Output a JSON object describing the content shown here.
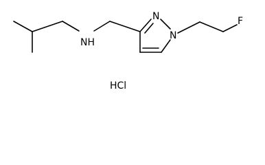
{
  "molecule": {
    "atoms": {
      "amine_nh": "NH",
      "pyrazole_n2": "N",
      "pyrazole_n1": "N",
      "fluorine": "F"
    },
    "salt": "HCl"
  }
}
